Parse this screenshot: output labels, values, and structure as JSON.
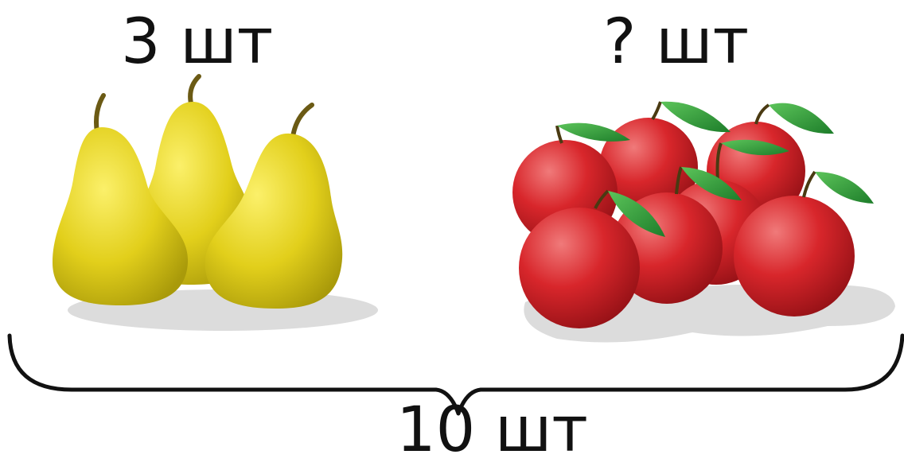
{
  "labels": {
    "pears_count": "3 шт",
    "apples_count": "? шт",
    "total_count": "10 шт"
  },
  "icons": {
    "left_group": "pear",
    "right_group": "apple",
    "connector": "curly-brace"
  },
  "colors": {
    "pear": "#e3cf1a",
    "apple": "#d0252a",
    "leaf": "#2f9e3a",
    "shadow": "#dcdcdc",
    "brace": "#111111"
  }
}
